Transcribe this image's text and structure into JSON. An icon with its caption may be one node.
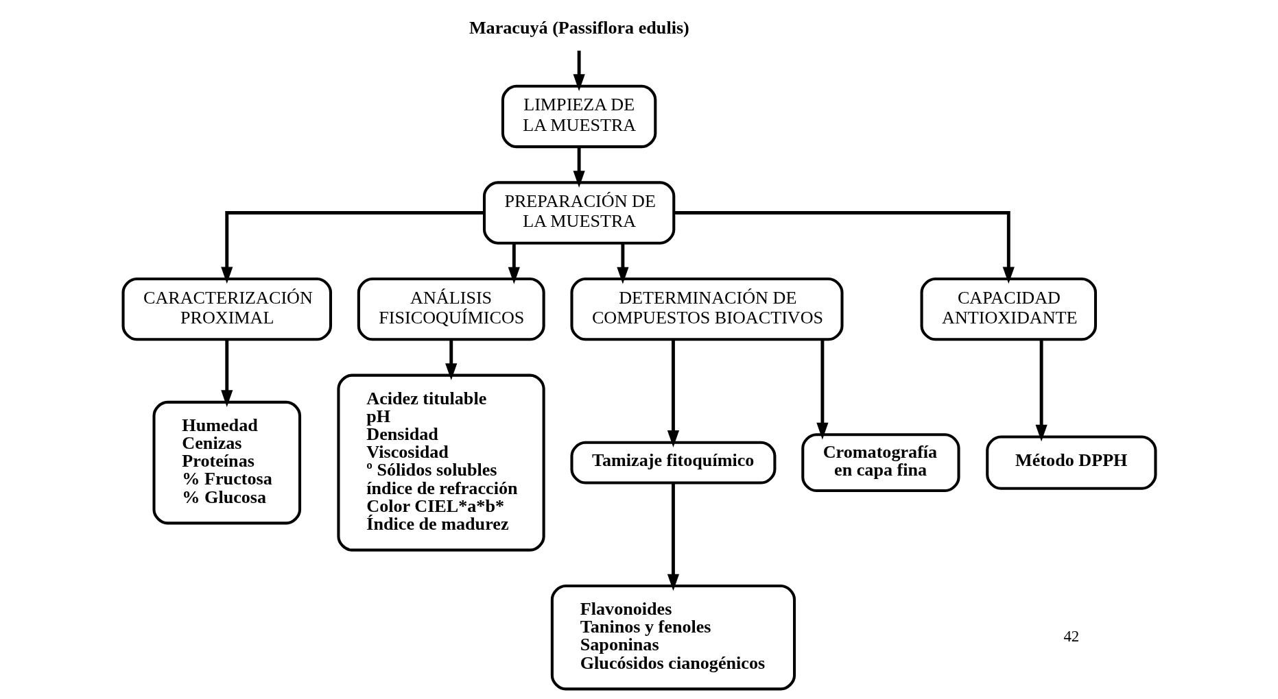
{
  "diagram": {
    "nodes": [
      {
        "text": [
          "Maracuyá (Passiflora edulis)"
        ]
      },
      {
        "text": [
          "LIMPIEZA DE LA MUESTRA"
        ]
      },
      {
        "text": [
          "PREPARACIÓN DE LA MUESTRA"
        ]
      },
      {
        "text": [
          "CARACTERIZACIÓN PROXIMAL"
        ]
      },
      {
        "text": [
          "ANÁLISIS FISICOQUÍMICOS"
        ]
      },
      {
        "text": [
          "DETERMINACIÓN DE COMPUESTOS BIOACTIVOS"
        ]
      },
      {
        "text": [
          "CAPACIDAD ANTIOXIDANTE"
        ]
      },
      {
        "text": [
          "Humedad",
          "Cenizas",
          "Proteínas",
          "% Fructosa",
          "% Glucosa"
        ]
      },
      {
        "text": [
          "Acidez titulable",
          "pH",
          "Densidad",
          "Viscosidad",
          "º Sólidos solubles",
          "índice de refracción",
          "Color CIEL*a*b*",
          "Índice de madurez"
        ]
      },
      {
        "text": [
          "Tamizaje fitoquímico"
        ]
      },
      {
        "text": [
          "Cromatografía en capa fina"
        ]
      },
      {
        "text": [
          "Flavonoides",
          "Taninos y fenoles",
          "Saponinas",
          "Glucósidos cianogénicos"
        ]
      },
      {
        "text": [
          "Método DPPH"
        ]
      }
    ],
    "edges": [
      {
        "from": 0,
        "to": 1,
        "arrow": "to"
      },
      {
        "from": 1,
        "to": 2,
        "arrow": "to"
      },
      {
        "from": 2,
        "to": 3,
        "arrow": "to"
      },
      {
        "from": 2,
        "to": 4,
        "arrow": "to"
      },
      {
        "from": 2,
        "to": 5,
        "arrow": "to"
      },
      {
        "from": 2,
        "to": 6,
        "arrow": "to"
      },
      {
        "from": 3,
        "to": 7,
        "arrow": "to"
      },
      {
        "from": 4,
        "to": 8,
        "arrow": "to"
      },
      {
        "from": 5,
        "to": 9,
        "arrow": "to"
      },
      {
        "from": 5,
        "to": 10,
        "arrow": "to"
      },
      {
        "from": 9,
        "to": 11,
        "arrow": "to"
      },
      {
        "from": 6,
        "to": 12,
        "arrow": "to"
      }
    ],
    "labels": [
      "42"
    ]
  }
}
